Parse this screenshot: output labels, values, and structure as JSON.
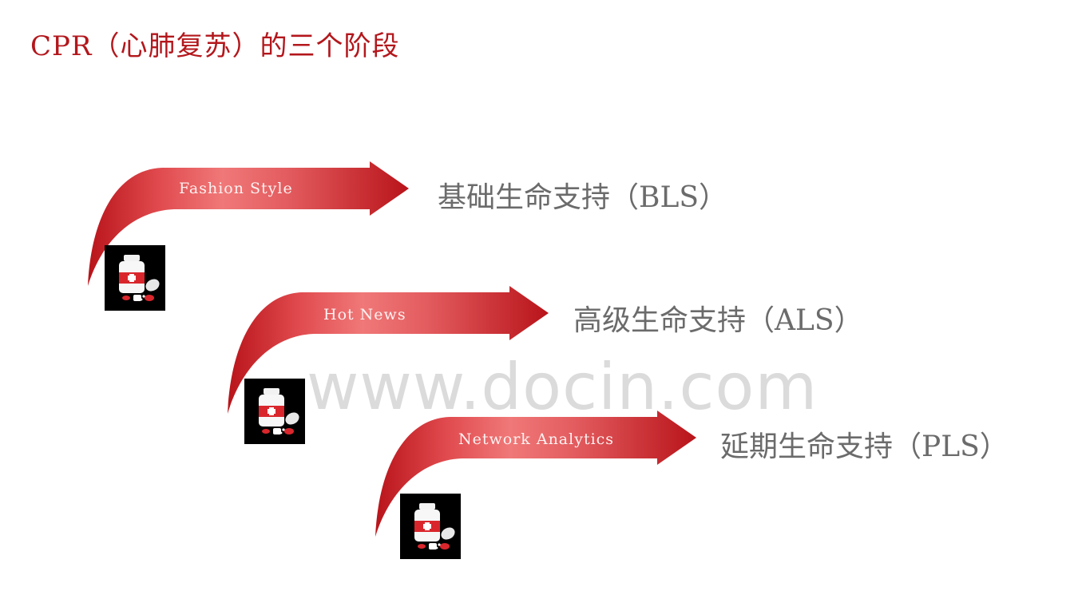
{
  "title": "CPR（心肺复苏）的三个阶段",
  "stages": [
    {
      "label": "Fashion Style",
      "text": "基础生命支持（BLS）",
      "icon": "medicine-bottle-icon"
    },
    {
      "label": "Hot News",
      "text": "高级生命支持（ALS）",
      "icon": "medicine-bottle-icon"
    },
    {
      "label": "Network Analytics",
      "text": "延期生命支持（PLS）",
      "icon": "medicine-bottle-icon"
    }
  ],
  "watermark": "www.docin.com",
  "colors": {
    "title": "#b3171c",
    "arrow_light": "#f07878",
    "arrow_dark": "#b8141a",
    "stage_text": "#6b6b6b"
  }
}
